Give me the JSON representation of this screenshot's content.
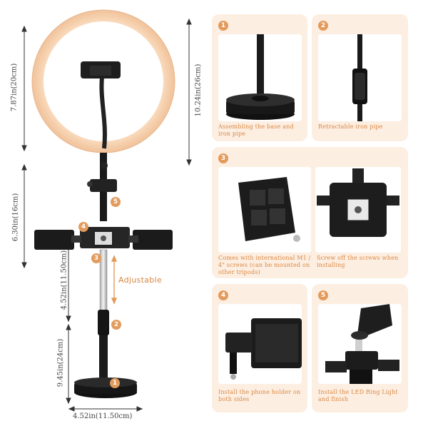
{
  "dimensions": {
    "ring_diameter": "7.87in(20cm)",
    "ring_assembly_height": "10.24in(26cm)",
    "upper_rod_height": "6.30in(16cm)",
    "extension_height": "4.52in(11.50cm)",
    "base_rod_height": "9.45in(24cm)",
    "base_width": "4.52in(11.50cm)"
  },
  "adjustable_label": "Adjustable",
  "product_callouts": [
    "5",
    "4",
    "3",
    "2",
    "1"
  ],
  "steps": [
    {
      "number": "1",
      "caption": "Assembling the base and iron pipe"
    },
    {
      "number": "2",
      "caption": "Retractable iron pipe"
    },
    {
      "number": "3",
      "caption_left": "Comes with international M1 / 4\" screws (can be mounted on other tripods)",
      "caption_right": "Screw off the screws when installing"
    },
    {
      "number": "4",
      "caption": "Install the phone holder on both sides"
    },
    {
      "number": "5",
      "caption": "Install the LED Ring Light and finish"
    }
  ],
  "colors": {
    "accent": "#e29b5c",
    "card_bg": "#fdeee2",
    "caption": "#d9873f"
  }
}
